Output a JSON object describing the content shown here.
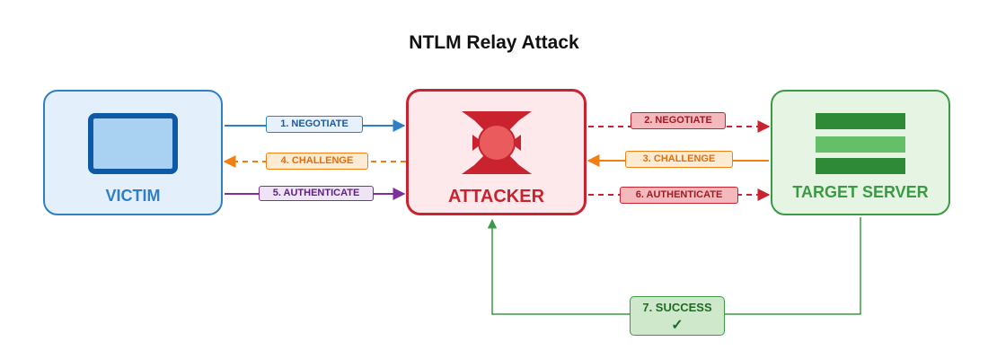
{
  "title": "NTLM Relay Attack",
  "nodes": {
    "victim": {
      "label": "VICTIM",
      "icon": "monitor-icon"
    },
    "attacker": {
      "label": "ATTACKER",
      "icon": "hourglass-icon"
    },
    "server": {
      "label": "TARGET SERVER",
      "icon": "server-stack-icon"
    }
  },
  "edges": [
    {
      "label": "1. NEGOTIATE",
      "from": "victim",
      "to": "attacker",
      "style": "solid",
      "color": "#2f7fc7"
    },
    {
      "label": "2. NEGOTIATE",
      "from": "attacker",
      "to": "server",
      "style": "dashed",
      "color": "#c8232f"
    },
    {
      "label": "3. CHALLENGE",
      "from": "server",
      "to": "attacker",
      "style": "solid",
      "color": "#f27f13"
    },
    {
      "label": "4. CHALLENGE",
      "from": "attacker",
      "to": "victim",
      "style": "dashed",
      "color": "#f27f13"
    },
    {
      "label": "5. AUTHENTICATE",
      "from": "victim",
      "to": "attacker",
      "style": "solid",
      "color": "#7b2fa0"
    },
    {
      "label": "6. AUTHENTICATE",
      "from": "attacker",
      "to": "server",
      "style": "dashed",
      "color": "#c8232f"
    },
    {
      "label": "7. SUCCESS",
      "symbol": "✓",
      "from": "server",
      "to": "attacker",
      "style": "solid",
      "color": "#3b9a44"
    }
  ]
}
